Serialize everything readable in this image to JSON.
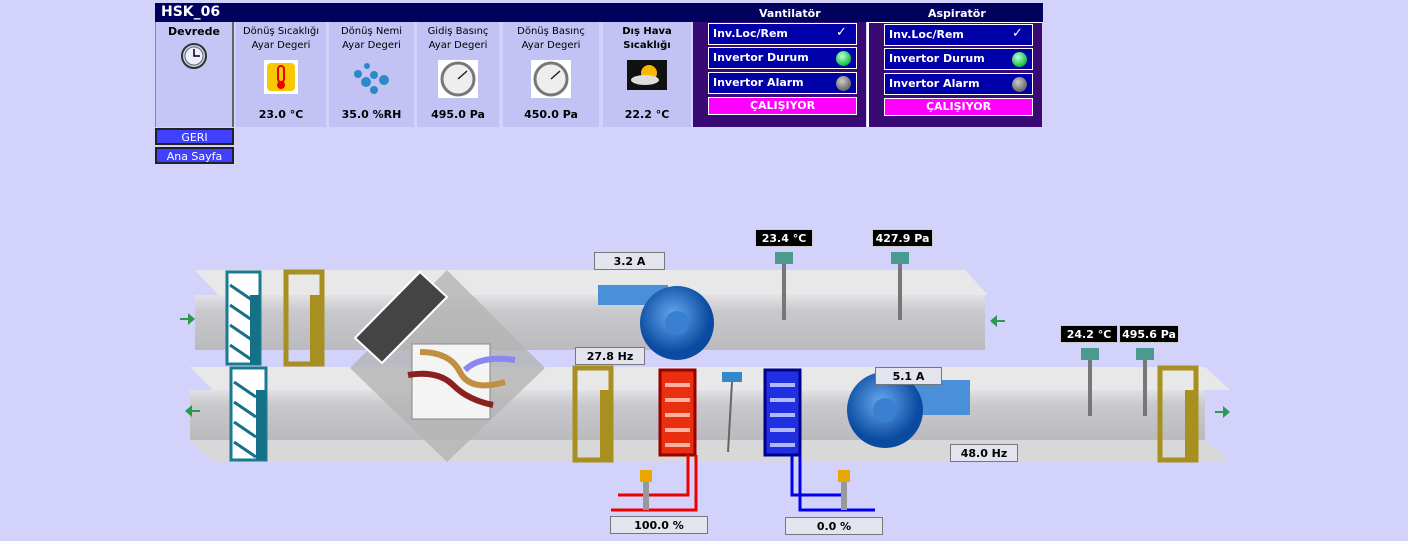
{
  "header": {
    "title": "HSK_06",
    "vantilator": "Vantilatör",
    "aspirator": "Aspiratör"
  },
  "status": {
    "label": "Devrede"
  },
  "setpoints": [
    {
      "line1": "Dönüş Sıcaklığı",
      "line2": "Ayar Degeri",
      "value": "23.0 °C"
    },
    {
      "line1": "Dönüş Nemi",
      "line2": "Ayar Degeri",
      "value": "35.0 %RH"
    },
    {
      "line1": "Gidiş Basınç",
      "line2": "Ayar Degeri",
      "value": "495.0 Pa"
    },
    {
      "line1": "Dönüş Basınç",
      "line2": "Ayar Degeri",
      "value": "450.0 Pa"
    },
    {
      "line1": "Dış Hava",
      "line2": "Sıcaklığı",
      "value": "22.2 °C"
    }
  ],
  "vantilator": {
    "loc_rem": "Inv.Loc/Rem",
    "durum": "Invertor Durum",
    "alarm": "Invertor Alarm",
    "state": "ÇALIŞIYOR"
  },
  "aspirator": {
    "loc_rem": "Inv.Loc/Rem",
    "durum": "Invertor Durum",
    "alarm": "Invertor Alarm",
    "state": "ÇALIŞIYOR"
  },
  "nav": {
    "back": "GERI",
    "home": "Ana Sayfa"
  },
  "colors": {
    "ok": "#33dd66",
    "off": "#777777",
    "run": "#ff00ff"
  },
  "readings": {
    "return_fan_current": "3.2 A",
    "return_fan_freq": "27.8 Hz",
    "return_temp": "23.4 °C",
    "return_pressure": "427.9 Pa",
    "supply_temp": "24.2 °C",
    "supply_pressure": "495.6 Pa",
    "supply_fan_current": "5.1 A",
    "supply_fan_freq": "48.0 Hz",
    "heating_valve": "100.0 %",
    "cooling_valve": "0.0 %"
  }
}
